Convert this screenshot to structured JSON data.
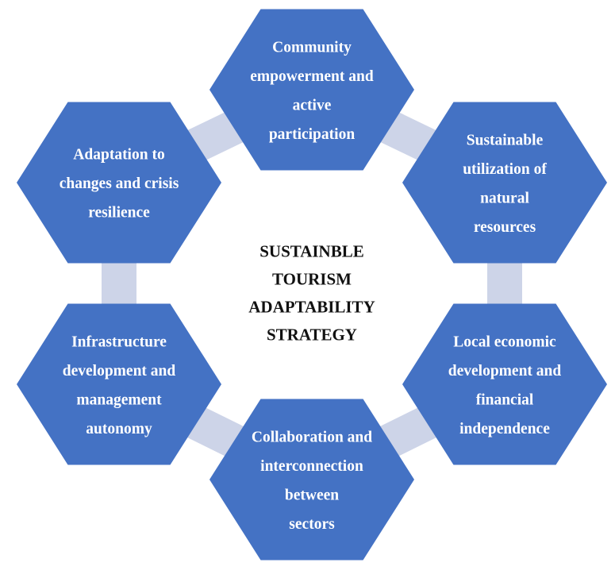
{
  "center_title": [
    "SUSTAINBLE",
    "TOURISM",
    "ADAPTABILITY",
    "STRATEGY"
  ],
  "nodes": [
    {
      "id": "community",
      "lines": [
        "Community",
        "empowerment and",
        "active",
        "participation"
      ]
    },
    {
      "id": "natural",
      "lines": [
        "Sustainable",
        "utilization of",
        "natural",
        "resources"
      ]
    },
    {
      "id": "economic",
      "lines": [
        "Local economic",
        "development and",
        "financial",
        "independence"
      ]
    },
    {
      "id": "collaboration",
      "lines": [
        "Collaboration and",
        "interconnection",
        "between",
        "sectors"
      ]
    },
    {
      "id": "infrastructure",
      "lines": [
        "Infrastructure",
        "development and",
        "management",
        "autonomy"
      ]
    },
    {
      "id": "adaptation",
      "lines": [
        "Adaptation to",
        "changes and crisis",
        "resilience"
      ]
    }
  ],
  "colors": {
    "hex_fill": "#4472C4",
    "connector_fill": "#CDD4E8",
    "hex_text": "#FFFFFF",
    "center_text": "#111111"
  }
}
